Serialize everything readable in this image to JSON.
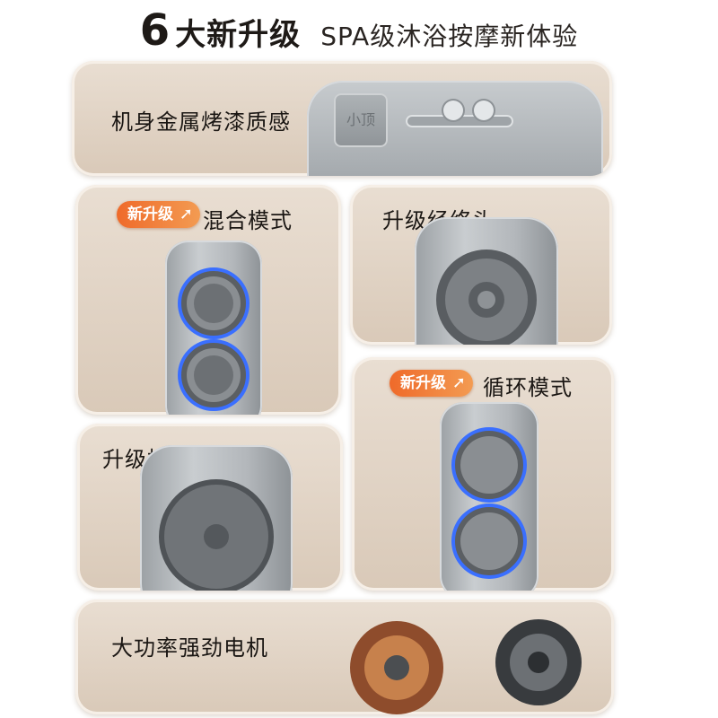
{
  "title": {
    "number": "6",
    "main": "大新升级",
    "sub": "SPA级沐浴按摩新体验"
  },
  "features": {
    "metal": {
      "label": "机身金属烤漆质感",
      "logo": "小顶"
    },
    "mix": {
      "label": "混合模式",
      "badge": "新升级"
    },
    "meridian": {
      "label": "升级经络头"
    },
    "cycle": {
      "label": "循环模式",
      "badge": "新升级"
    },
    "massage": {
      "label": "升级按摩头"
    },
    "motor": {
      "label": "大功率强劲电机"
    }
  },
  "colors": {
    "card_bg": "#e3d6c8",
    "badge": "#ef6a2a",
    "glow": "#3a6fff",
    "device": "#b3b7bb"
  }
}
